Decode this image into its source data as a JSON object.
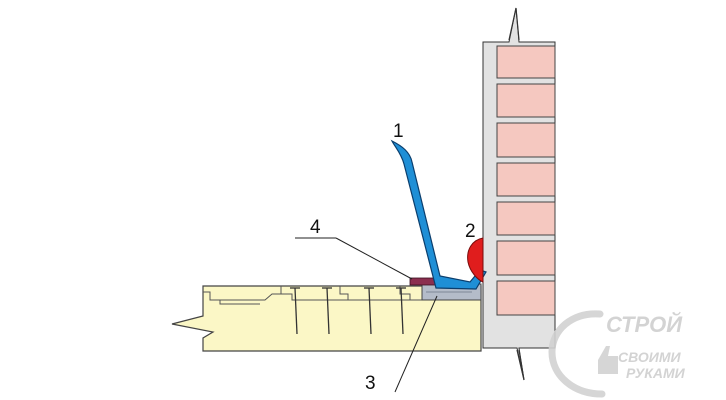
{
  "diagram": {
    "callouts": [
      {
        "id": "1",
        "label": "1"
      },
      {
        "id": "2",
        "label": "2"
      },
      {
        "id": "3",
        "label": "3"
      },
      {
        "id": "4",
        "label": "4"
      }
    ]
  },
  "watermark": {
    "line1": "СТРОЙ",
    "line2": "СВОИМИ",
    "line3": "РУКАМИ"
  },
  "colors": {
    "board_fill": "#fbf7c6",
    "brick_fill": "#f5c8c0",
    "mortar_fill": "#e2e2e2",
    "plinth_blue": "#1f8fd6",
    "sealant_red": "#e01d1d",
    "strip_gray": "#b4bcc9",
    "underlay_maroon": "#8b2f4f",
    "watermark_gray": "#cfcfcf"
  }
}
